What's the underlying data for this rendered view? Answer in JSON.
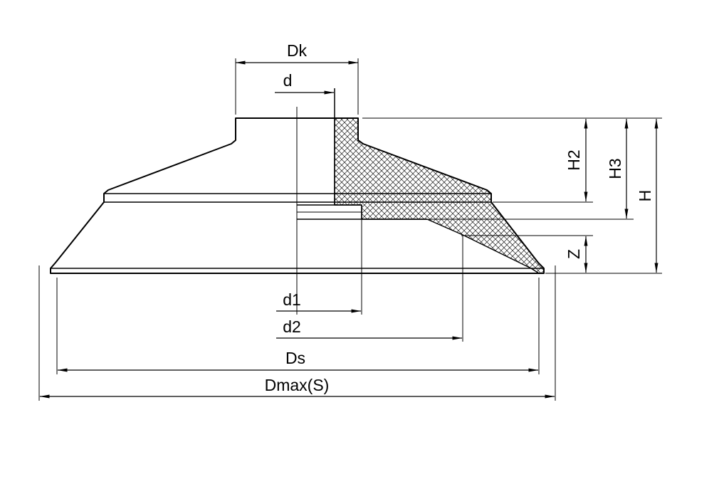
{
  "dimension_labels": {
    "dk": "Dk",
    "d": "d",
    "d1": "d1",
    "d2": "d2",
    "ds": "Ds",
    "dmax_s": "Dmax(S)",
    "h2": "H2",
    "h3": "H3",
    "h": "H",
    "z": "Z"
  },
  "colors": {
    "line": "#000000",
    "background": "#ffffff",
    "hatch": "#1a1a1a"
  }
}
